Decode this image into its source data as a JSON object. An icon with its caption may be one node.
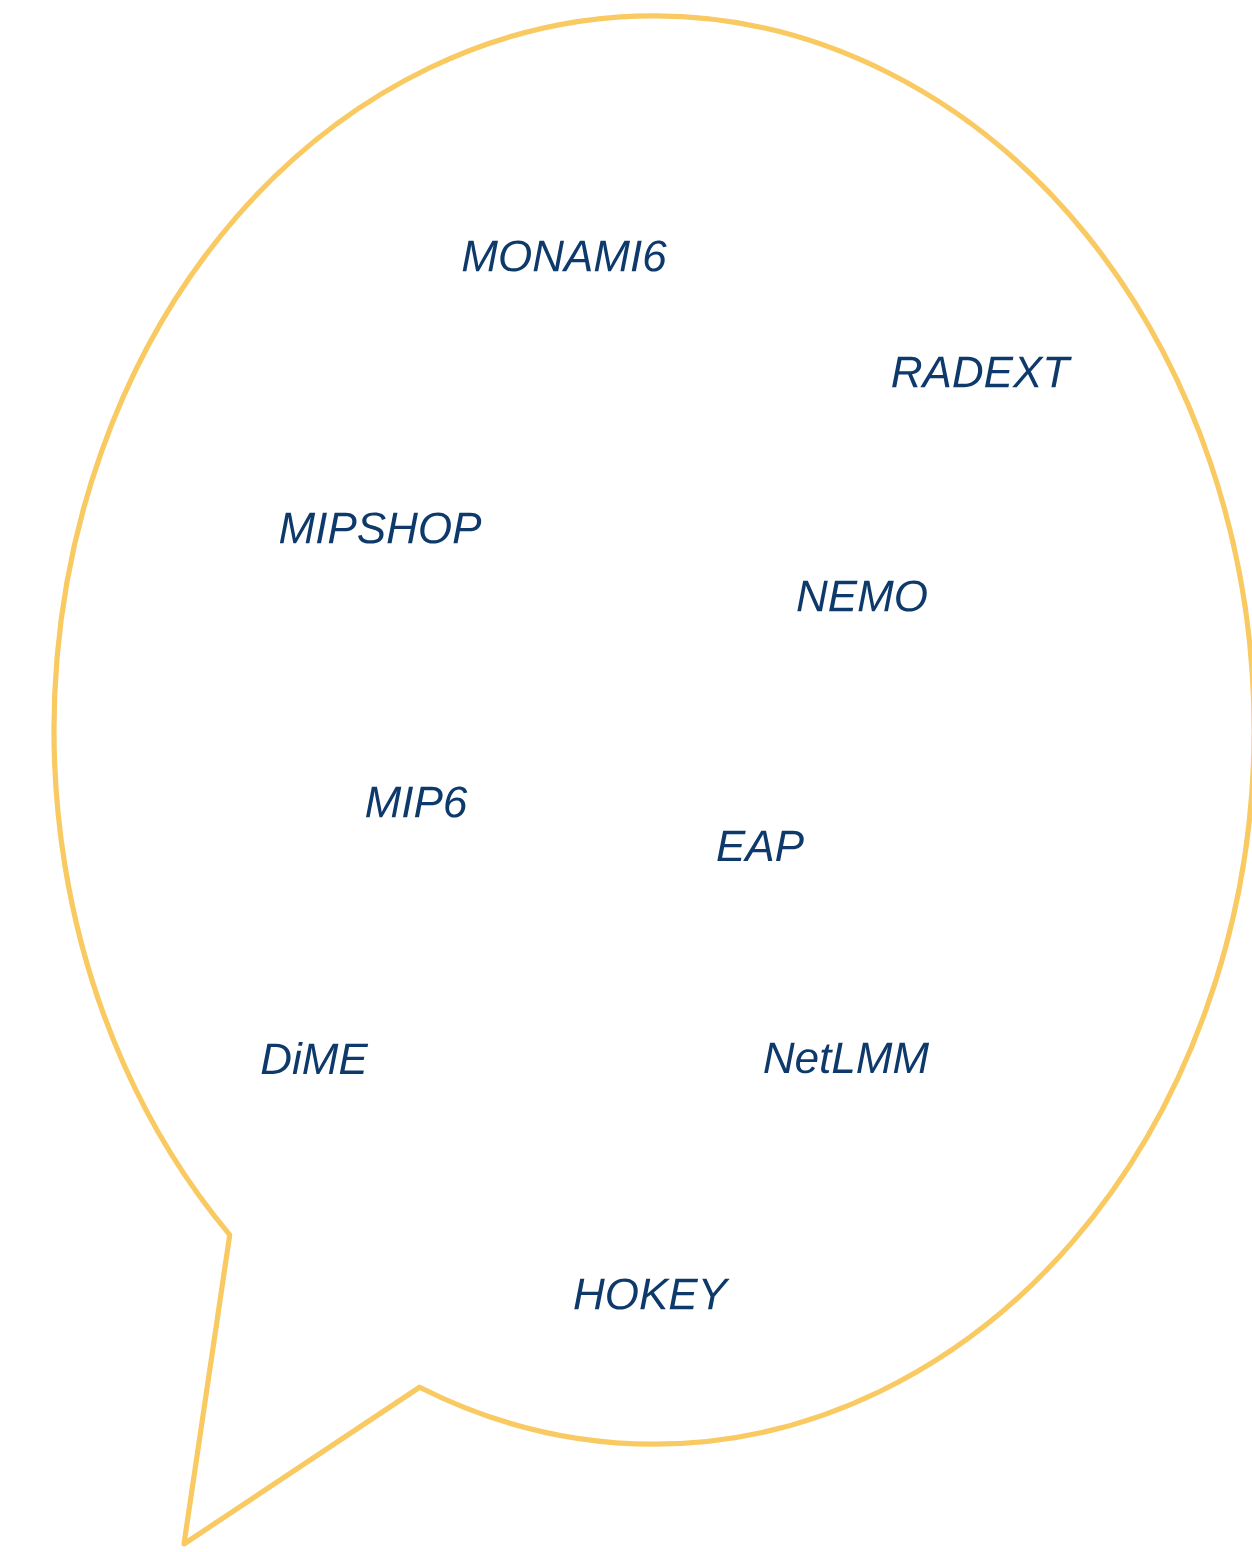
{
  "diagram": {
    "nodes": [
      {
        "text": [
          "MONAMI6",
          "RADEXT",
          "MIPSHOP",
          "NEMO",
          "MIP6",
          "EAP",
          "DiME",
          "NetLMM",
          "HOKEY"
        ]
      }
    ]
  }
}
